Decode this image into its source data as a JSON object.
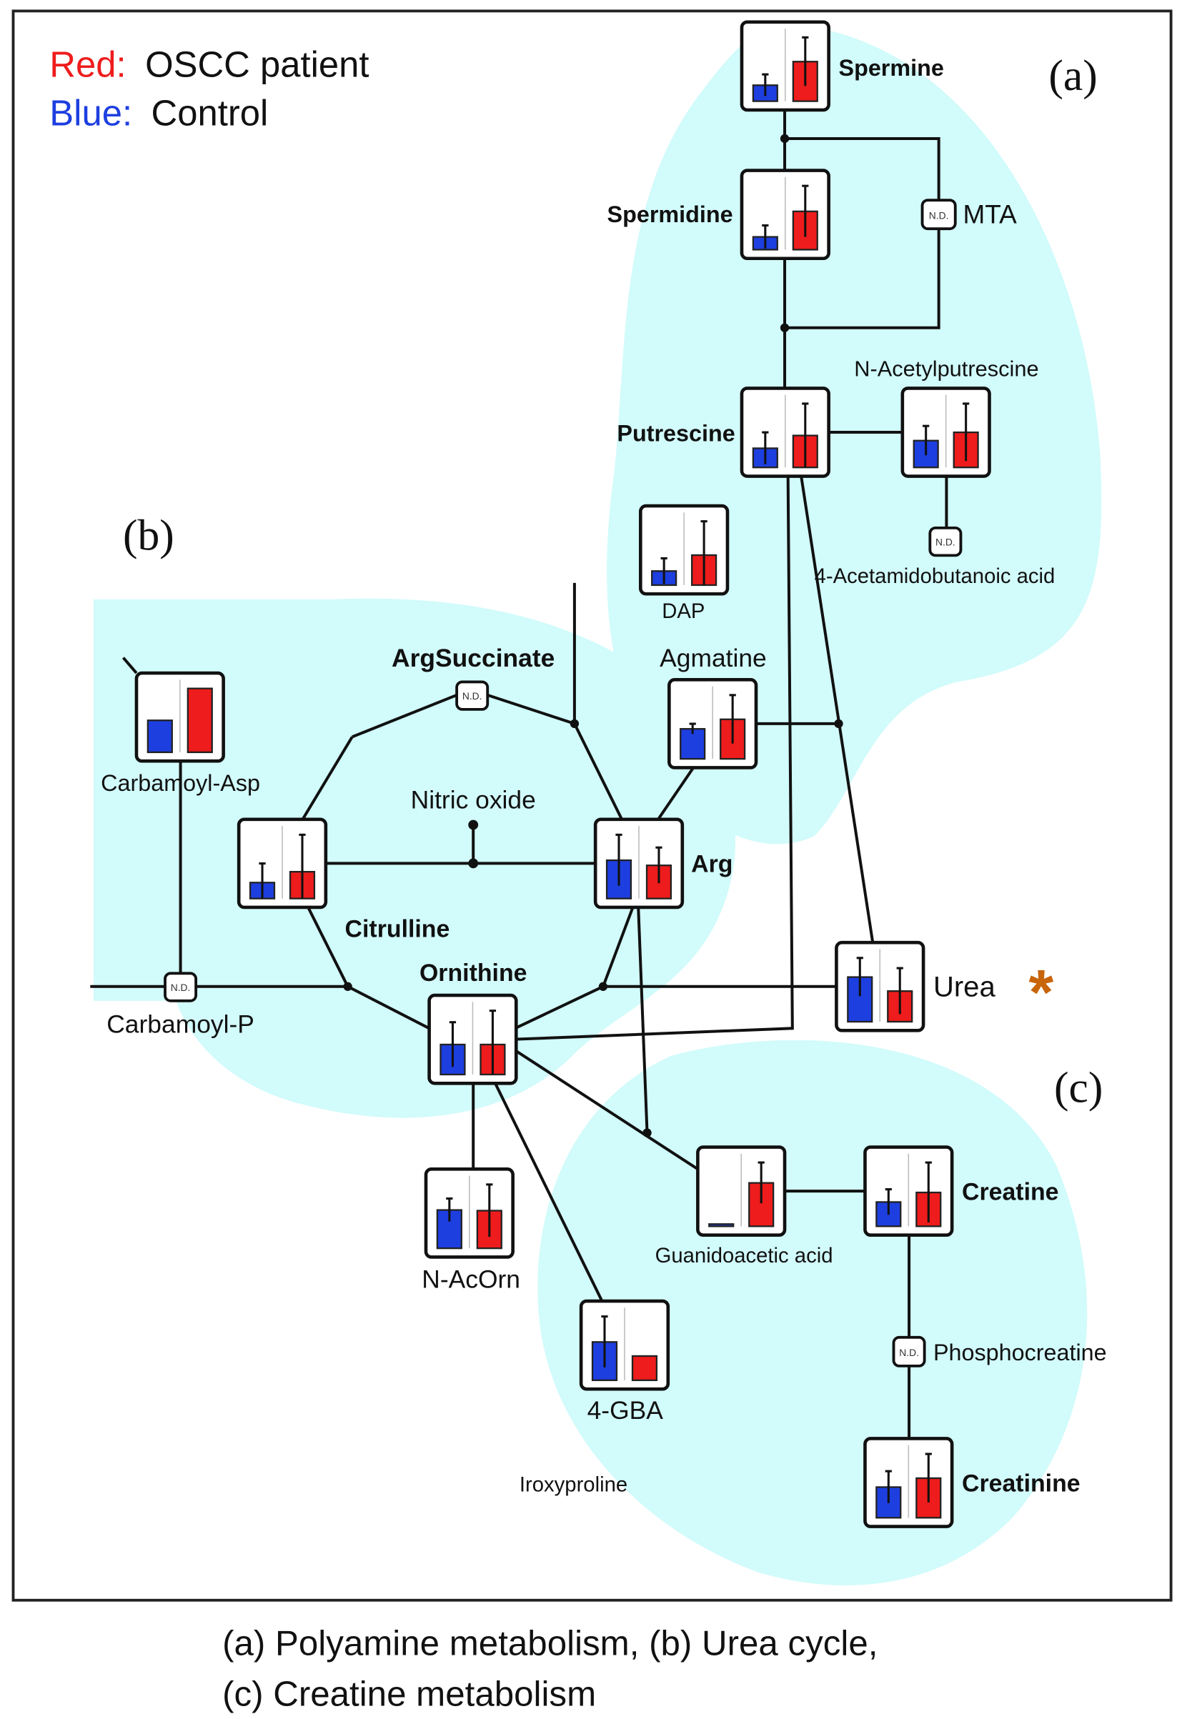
{
  "legend": {
    "red_key": "Red:",
    "red_value": "OSCC patient",
    "blue_key": "Blue:",
    "blue_value": "Control"
  },
  "colors": {
    "patient": "#ee1c1c",
    "control": "#1d3fe0",
    "highlight_region": "#d2fbfb",
    "significance_star": "#c8640a"
  },
  "panels": {
    "a": "(a)",
    "b": "(b)",
    "c": "(c)"
  },
  "nodes": {
    "spermine": {
      "label": "Spermine",
      "control": 0.25,
      "patient": 0.62,
      "control_err": 0.42,
      "patient_err": 1.0
    },
    "spermidine": {
      "label": "Spermidine",
      "control": 0.2,
      "patient": 0.6,
      "control_err": 0.38,
      "patient_err": 1.0
    },
    "putrescine": {
      "label": "Putrescine",
      "control": 0.3,
      "patient": 0.5,
      "control_err": 0.55,
      "patient_err": 1.0
    },
    "n_acetylputrescine": {
      "label": "N-Acetylputrescine",
      "control": 0.42,
      "patient": 0.55,
      "control_err": 0.65,
      "patient_err": 1.0
    },
    "dap": {
      "label": "DAP",
      "control": 0.22,
      "patient": 0.47,
      "control_err": 0.42,
      "patient_err": 1.0
    },
    "agmatine": {
      "label": "Agmatine",
      "control": 0.47,
      "patient": 0.62,
      "control_err": 0.55,
      "patient_err": 1.0
    },
    "carbamoyl_asp": {
      "label": "Carbamoyl-Asp",
      "control": 0.5,
      "patient": 1.0,
      "control_err": 0.5,
      "patient_err": 1.0
    },
    "citrulline": {
      "label": "Citrulline",
      "control": 0.25,
      "patient": 0.42,
      "control_err": 0.55,
      "patient_err": 1.0
    },
    "arg": {
      "label": "Arg",
      "control": 0.6,
      "patient": 0.52,
      "control_err": 1.0,
      "patient_err": 0.8
    },
    "ornithine": {
      "label": "Ornithine",
      "control": 0.47,
      "patient": 0.47,
      "control_err": 0.82,
      "patient_err": 1.0
    },
    "urea": {
      "label": "Urea",
      "control": 0.7,
      "patient": 0.48,
      "control_err": 1.0,
      "patient_err": 0.84
    },
    "n_acorn": {
      "label": "N-AcOrn",
      "control": 0.6,
      "patient": 0.59,
      "control_err": 0.78,
      "patient_err": 1.0
    },
    "gba_4": {
      "label": "4-GBA",
      "control": 0.6,
      "patient": 0.38,
      "control_err": 1.0,
      "patient_err": 0.38
    },
    "guanidoacetic_acid": {
      "label": "Guanidoacetic acid",
      "control": 0.01,
      "patient": 0.68,
      "control_err": 0.01,
      "patient_err": 1.0
    },
    "creatine": {
      "label": "Creatine",
      "control": 0.38,
      "patient": 0.53,
      "control_err": 0.58,
      "patient_err": 1.0
    },
    "creatinine": {
      "label": "Creatinine",
      "control": 0.48,
      "patient": 0.62,
      "control_err": 0.73,
      "patient_err": 1.0
    }
  },
  "not_detected": {
    "text": "N.D.",
    "mta": "MTA",
    "acetamidobutanoic": "4-Acetamidobutanoic acid",
    "argsuccinate": "ArgSuccinate",
    "carbamoyl_p": "Carbamoyl-P",
    "phosphocreatine": "Phosphocreatine"
  },
  "other_labels": {
    "nitric_oxide": "Nitric oxide",
    "hydroxyproline_partial": "Iroxyproline",
    "significance_marker": "*"
  },
  "caption": {
    "line1": "(a) Polyamine metabolism, (b) Urea cycle,",
    "line2": "(c) Creatine metabolism"
  }
}
